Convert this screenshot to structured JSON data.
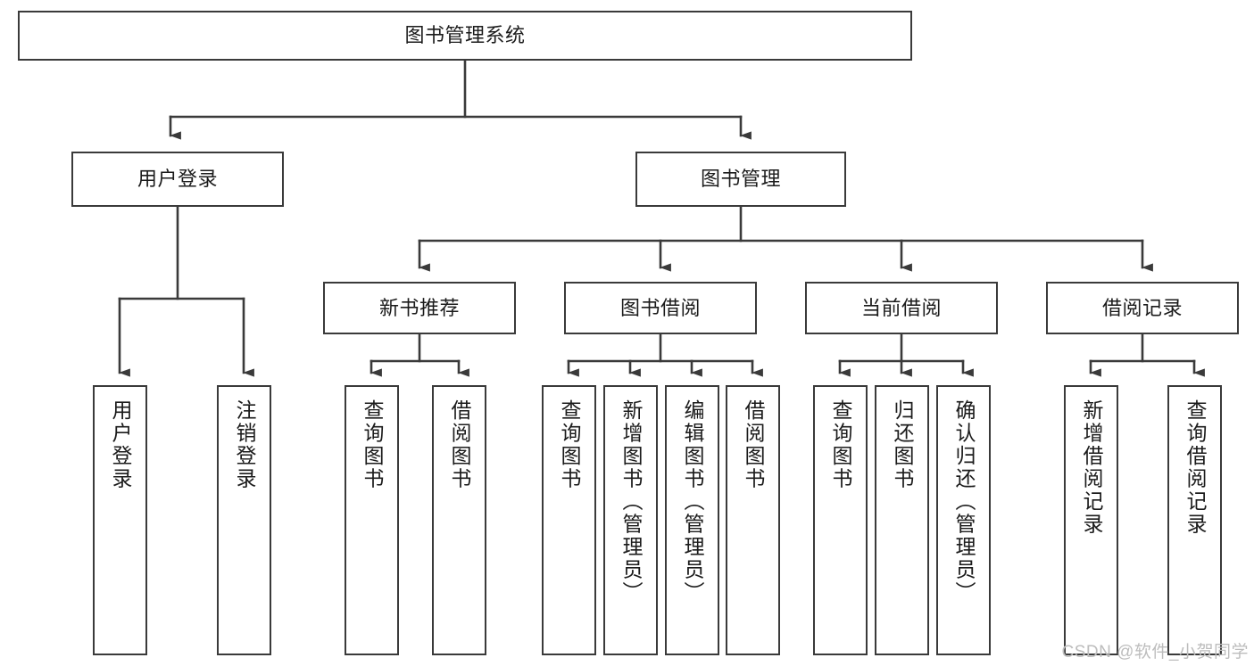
{
  "diagram": {
    "title": "图书管理系统",
    "type": "tree-hierarchy-diagram",
    "colors": {
      "stroke": "#3a3a3a",
      "fill": "#ffffff",
      "text": "#1b1b1b",
      "watermark": "#bdbdbd"
    },
    "root": {
      "label": "图书管理系统"
    },
    "level2": [
      {
        "label": "用户登录"
      },
      {
        "label": "图书管理"
      }
    ],
    "level3": [
      {
        "label": "新书推荐"
      },
      {
        "label": "图书借阅"
      },
      {
        "label": "当前借阅"
      },
      {
        "label": "借阅记录"
      }
    ],
    "leaves": {
      "user_login": [
        {
          "label": "用户登录"
        },
        {
          "label": "注销登录"
        }
      ],
      "new_book_recommend": [
        {
          "label": "查询图书"
        },
        {
          "label": "借阅图书"
        }
      ],
      "book_borrow": [
        {
          "label": "查询图书"
        },
        {
          "label": "新增图书（管理员）"
        },
        {
          "label": "编辑图书（管理员）"
        },
        {
          "label": "借阅图书"
        }
      ],
      "current_borrow": [
        {
          "label": "查询图书"
        },
        {
          "label": "归还图书"
        },
        {
          "label": "确认归还（管理员）"
        }
      ],
      "borrow_record": [
        {
          "label": "新增借阅记录"
        },
        {
          "label": "查询借阅记录"
        }
      ]
    }
  },
  "watermark": {
    "text": "CSDN @软件_小贺同学"
  }
}
